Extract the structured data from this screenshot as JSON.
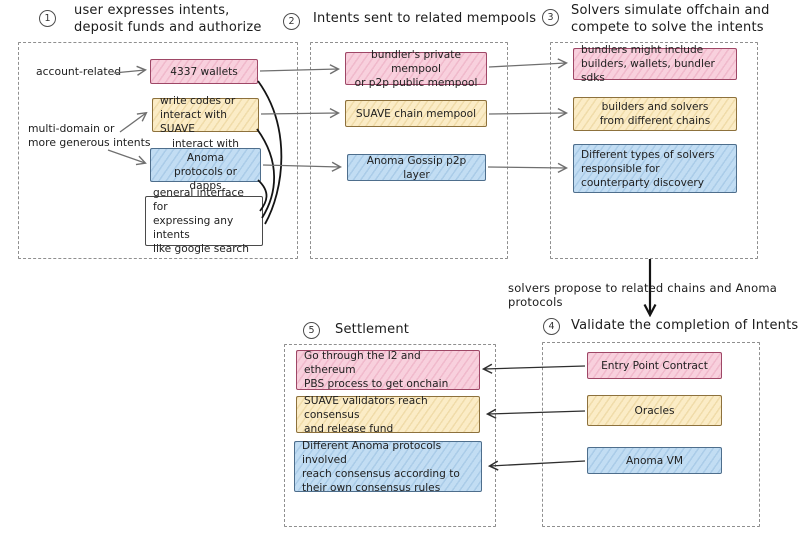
{
  "steps": {
    "s1": {
      "num": "1",
      "title": "user expresses intents,\ndeposit funds and authorize"
    },
    "s2": {
      "num": "2",
      "title": "Intents sent to related mempools"
    },
    "s3": {
      "num": "3",
      "title": "Solvers simulate offchain and\ncompete to solve the intents"
    },
    "s4": {
      "num": "4",
      "title": "Validate the completion of Intents"
    },
    "s5": {
      "num": "5",
      "title": "Settlement"
    }
  },
  "panel1": {
    "label_account": "account-related",
    "label_multidomain": "multi-domain or\nmore generous intents",
    "box_wallets": "4337 wallets",
    "box_suave": "write codes or\ninteract with SUAVE",
    "box_anoma": "interact with Anoma\nprotocols or dapps",
    "box_general": "general interface for\nexpressing any intents\nlike google search"
  },
  "panel2": {
    "box_bundler": "bundler's private mempool\nor p2p public mempool",
    "box_suave": "SUAVE chain mempool",
    "box_anoma": "Anoma Gossip p2p layer"
  },
  "panel3": {
    "box_bundlers": "bundlers might include\nbuilders, wallets, bundler sdks",
    "box_builders": "builders and solvers\nfrom different chains",
    "box_solvers": "Different types of solvers\nresponsible for\ncounterparty discovery"
  },
  "connector": {
    "label": "solvers propose to related chains and Anoma protocols"
  },
  "panel4": {
    "box_entry": "Entry Point Contract",
    "box_oracles": "Oracles",
    "box_anomavm": "Anoma VM"
  },
  "panel5": {
    "box_pbs": "Go through the l2 and ethereum\nPBS process to get onchain",
    "box_suave": "SUAVE validators reach consensus\nand release fund",
    "box_anoma": "Different Anoma protocols involved\nreach consensus according to\ntheir own consensus rules"
  },
  "colors": {
    "pink_fill": "#f8d0dd",
    "pink_border": "#9e4766",
    "yellow_fill": "#fbecc6",
    "yellow_border": "#8d713c",
    "blue_fill": "#c2ddf3",
    "blue_border": "#4e6e8c",
    "dashed_border": "#8f8f8f",
    "arrow_gray": "#6f6f6f",
    "arrow_black": "#1a1a1a"
  }
}
